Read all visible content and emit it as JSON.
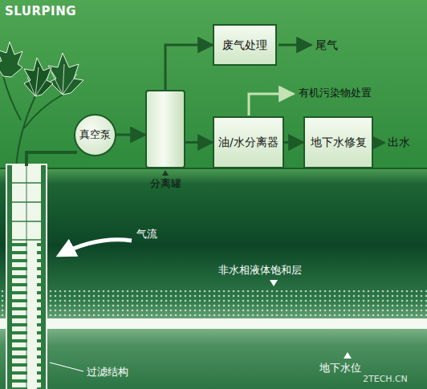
{
  "diagram": {
    "title": "SLURPING",
    "nodes": [
      {
        "text": [
          "废气处理"
        ]
      },
      {
        "text": [
          "真空泵"
        ]
      },
      {
        "text": [
          "分离罐"
        ]
      },
      {
        "text": [
          "油/水分离器"
        ]
      },
      {
        "text": [
          "地下水修复"
        ]
      }
    ],
    "edges": [
      {
        "from": 1,
        "to": 2,
        "arrow": "to"
      },
      {
        "from": 2,
        "to": 0,
        "arrow": "to"
      },
      {
        "from": 2,
        "to": 3,
        "arrow": "to"
      },
      {
        "from": 3,
        "to": 4,
        "arrow": "to"
      }
    ],
    "labels": [
      "尾气",
      "有机污染物处置",
      "出水",
      "气流",
      "非水相液体饱和层",
      "地下水位",
      "过滤结构",
      "2TECH.CN"
    ]
  }
}
